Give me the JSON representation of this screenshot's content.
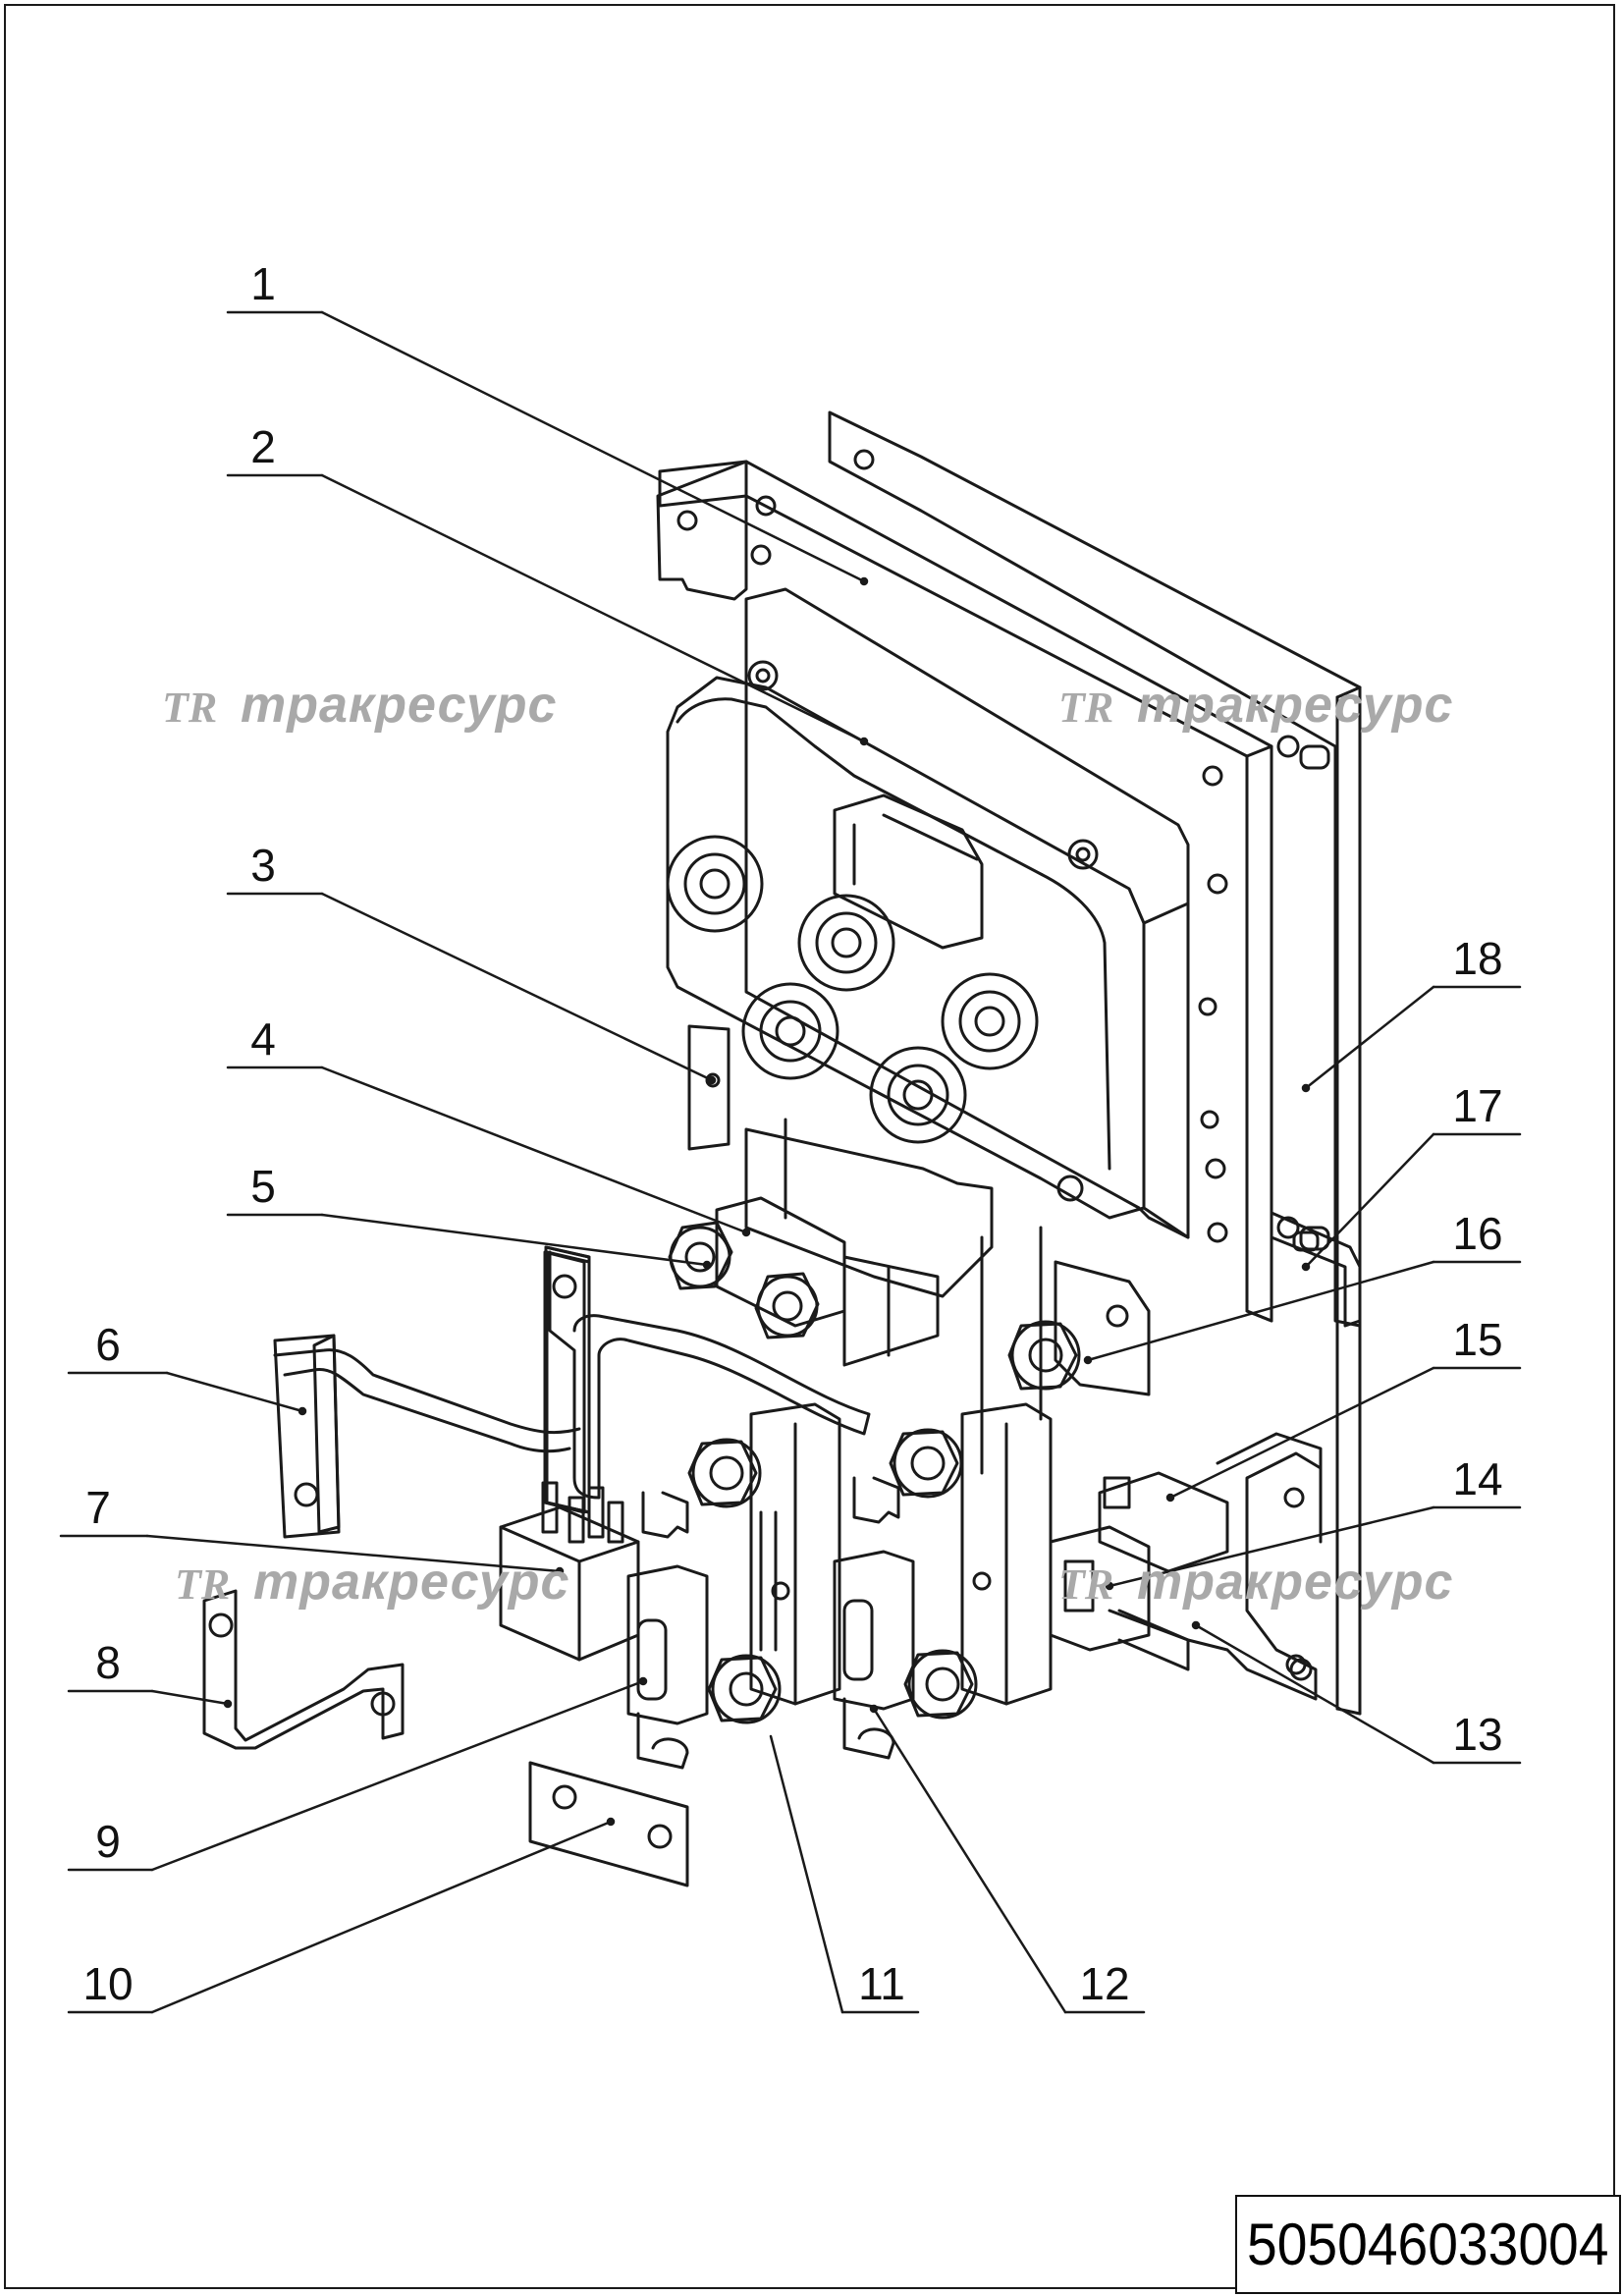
{
  "watermark": {
    "logo_mark": "TR",
    "brand": "тракресурс"
  },
  "callouts": [
    "1",
    "2",
    "3",
    "4",
    "5",
    "6",
    "7",
    "8",
    "9",
    "10",
    "11",
    "12",
    "13",
    "14",
    "15",
    "16",
    "17",
    "18"
  ],
  "document": {
    "number": "505046033004"
  },
  "colors": {
    "line": "#1a1a1a",
    "watermark": "#a9a9a9",
    "background": "#ffffff"
  }
}
